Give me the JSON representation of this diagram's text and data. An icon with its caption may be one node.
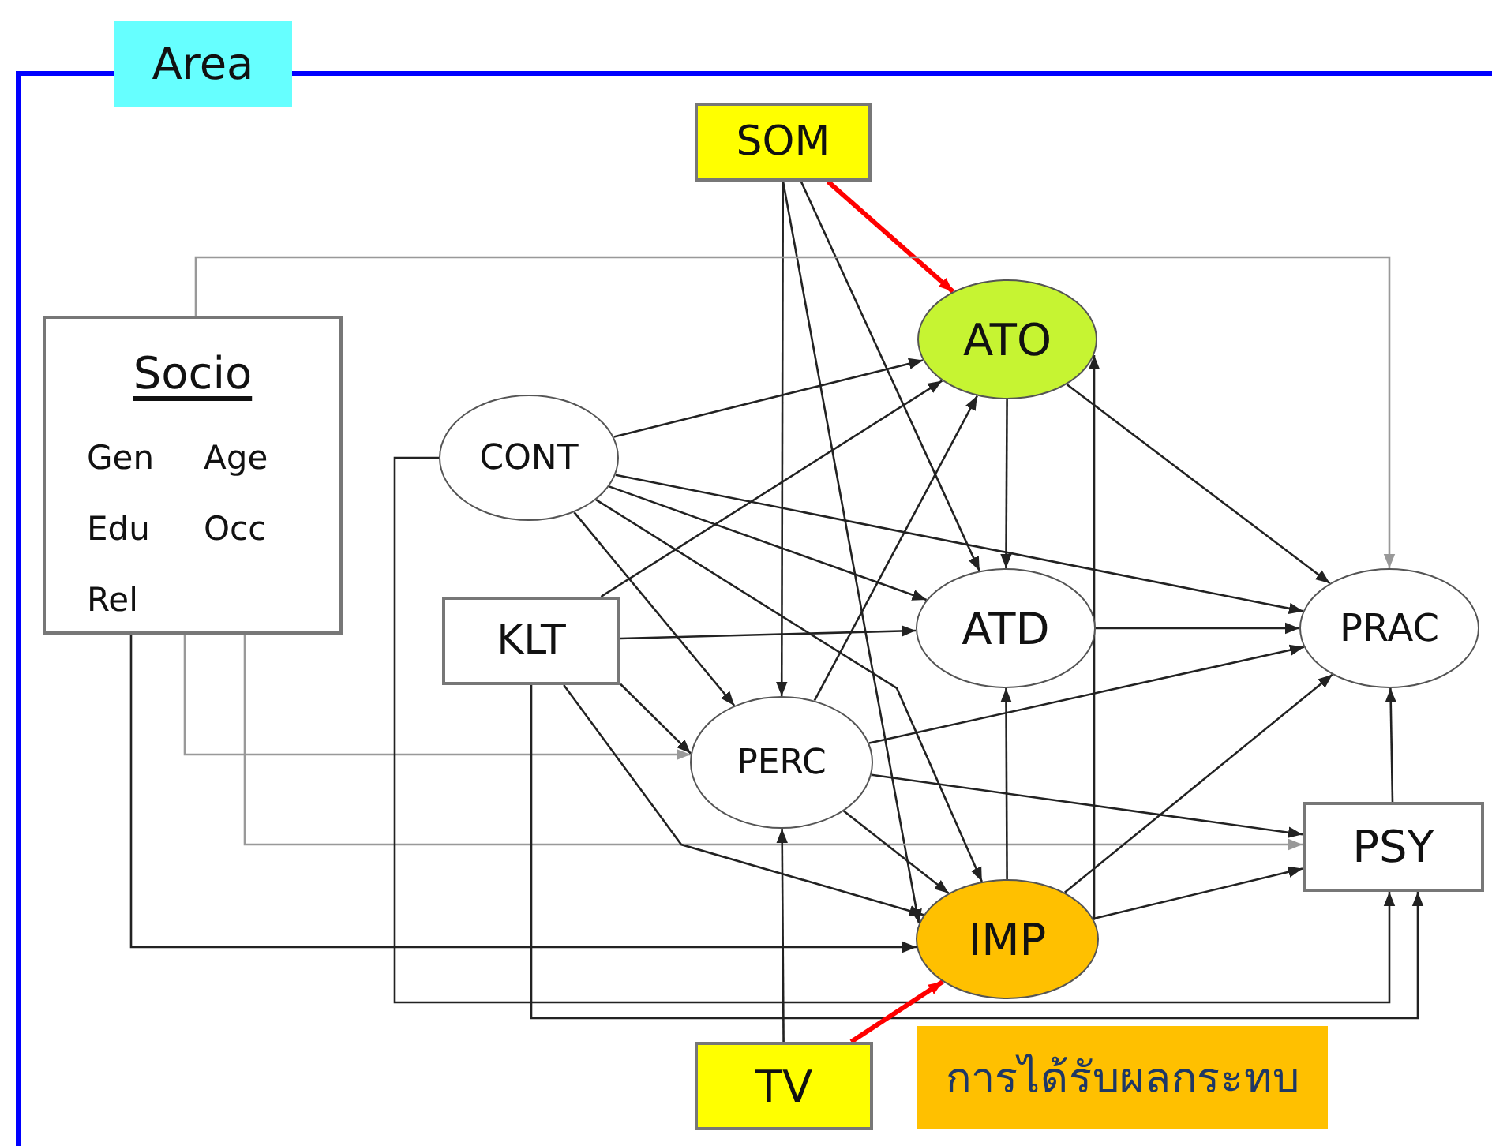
{
  "diagram": {
    "nodes": [
      {
        "text": [
          "Area"
        ]
      },
      {
        "text": [
          "SOM"
        ],
        "in": 0
      },
      {
        "text": [
          "Socio",
          "Gen",
          "Age",
          "Edu",
          "Occ",
          "Rel"
        ],
        "in": 0
      },
      {
        "text": [
          "CONT"
        ],
        "in": 0
      },
      {
        "text": [
          "ATO"
        ],
        "in": 0
      },
      {
        "text": [
          "KLT"
        ],
        "in": 0
      },
      {
        "text": [
          "ATD"
        ],
        "in": 0
      },
      {
        "text": [
          "PRAC"
        ],
        "in": 0
      },
      {
        "text": [
          "PERC"
        ],
        "in": 0
      },
      {
        "text": [
          "PSY"
        ],
        "in": 0
      },
      {
        "text": [
          "IMP"
        ],
        "in": 0
      },
      {
        "text": [
          "TV"
        ],
        "in": 0
      },
      {
        "text": [
          "การได้รับผลกระทบ"
        ],
        "in": 0
      }
    ],
    "edges": [
      {
        "from": 1,
        "to": 4,
        "arrow": "to",
        "style": "thick",
        "color": "#ff0000"
      },
      {
        "from": 1,
        "to": 8,
        "arrow": "to"
      },
      {
        "from": 1,
        "to": 6,
        "arrow": "to"
      },
      {
        "from": 1,
        "to": 10,
        "arrow": "to"
      },
      {
        "from": 2,
        "to": 7,
        "arrow": "to",
        "color": "#999999"
      },
      {
        "from": 2,
        "to": 8,
        "arrow": "to",
        "color": "#999999"
      },
      {
        "from": 2,
        "to": 9,
        "arrow": "to",
        "color": "#999999"
      },
      {
        "from": 2,
        "to": 10,
        "arrow": "to"
      },
      {
        "from": 3,
        "to": 4,
        "arrow": "to"
      },
      {
        "from": 3,
        "to": 6,
        "arrow": "to"
      },
      {
        "from": 3,
        "to": 8,
        "arrow": "to"
      },
      {
        "from": 3,
        "to": 10,
        "arrow": "to"
      },
      {
        "from": 3,
        "to": 7,
        "arrow": "to"
      },
      {
        "from": 3,
        "to": 9,
        "arrow": "to"
      },
      {
        "from": 5,
        "to": 4,
        "arrow": "to"
      },
      {
        "from": 5,
        "to": 6,
        "arrow": "to"
      },
      {
        "from": 5,
        "to": 8,
        "arrow": "to"
      },
      {
        "from": 5,
        "to": 10,
        "arrow": "to"
      },
      {
        "from": 5,
        "to": 9,
        "arrow": "to"
      },
      {
        "from": 8,
        "to": 4,
        "arrow": "to"
      },
      {
        "from": 8,
        "to": 7,
        "arrow": "to"
      },
      {
        "from": 8,
        "to": 9,
        "arrow": "to"
      },
      {
        "from": 8,
        "to": 10,
        "arrow": "to"
      },
      {
        "from": 4,
        "to": 6,
        "arrow": "to"
      },
      {
        "from": 4,
        "to": 7,
        "arrow": "to"
      },
      {
        "from": 6,
        "to": 7,
        "arrow": "to"
      },
      {
        "from": 10,
        "to": 6,
        "arrow": "to"
      },
      {
        "from": 10,
        "to": 4,
        "arrow": "to"
      },
      {
        "from": 10,
        "to": 7,
        "arrow": "to"
      },
      {
        "from": 10,
        "to": 9,
        "arrow": "to"
      },
      {
        "from": 9,
        "to": 7,
        "arrow": "to"
      },
      {
        "from": 11,
        "to": 8,
        "arrow": "to"
      },
      {
        "from": 11,
        "to": 10,
        "arrow": "to",
        "style": "thick",
        "color": "#ff0000"
      }
    ]
  }
}
